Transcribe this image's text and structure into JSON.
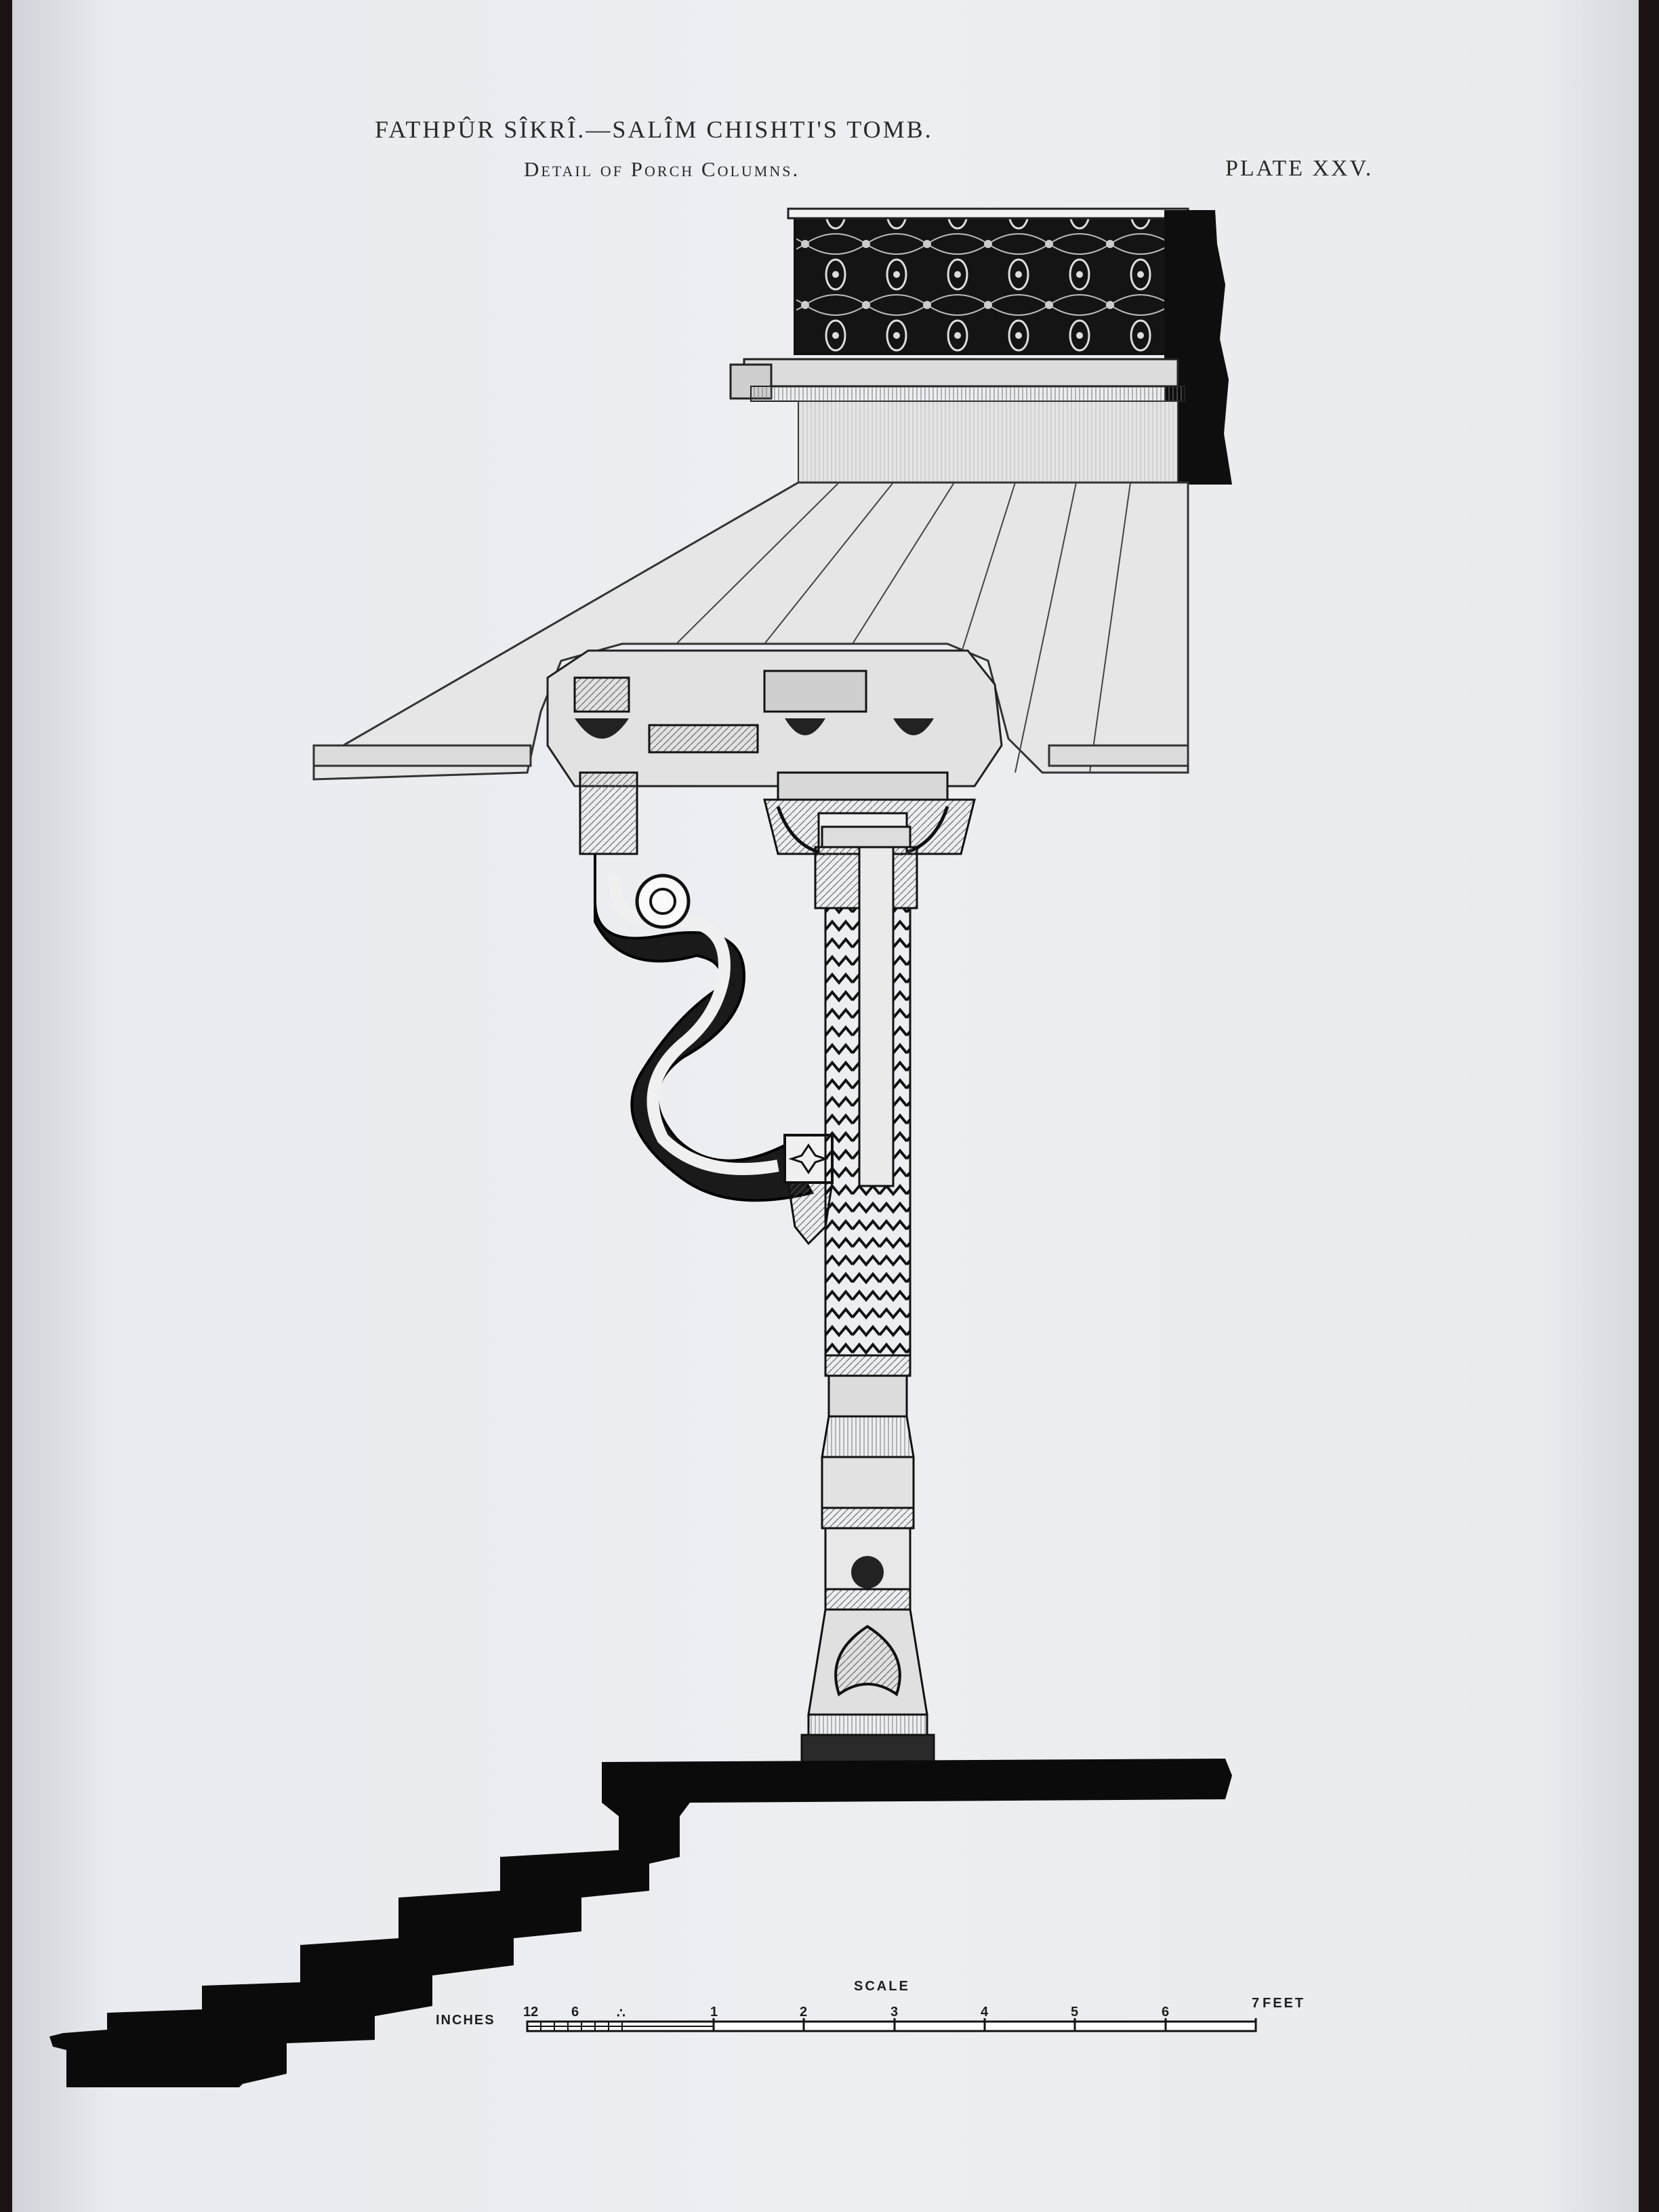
{
  "header": {
    "title": "FATHPÛR SÎKRÎ.—SALÎM CHISHTI'S TOMB.",
    "subtitle": "Detail of Porch Columns.",
    "plate": "PLATE XXV."
  },
  "scale": {
    "title": "SCALE",
    "inches_label": "INCHES",
    "feet_label": "FEET",
    "ticks": [
      "12",
      "6",
      "∴",
      "1",
      "2",
      "3",
      "4",
      "5",
      "6",
      "7"
    ]
  },
  "colors": {
    "ink": "#0d0d0d",
    "paper": "#eceef2",
    "shade": "#6b6b6b"
  }
}
